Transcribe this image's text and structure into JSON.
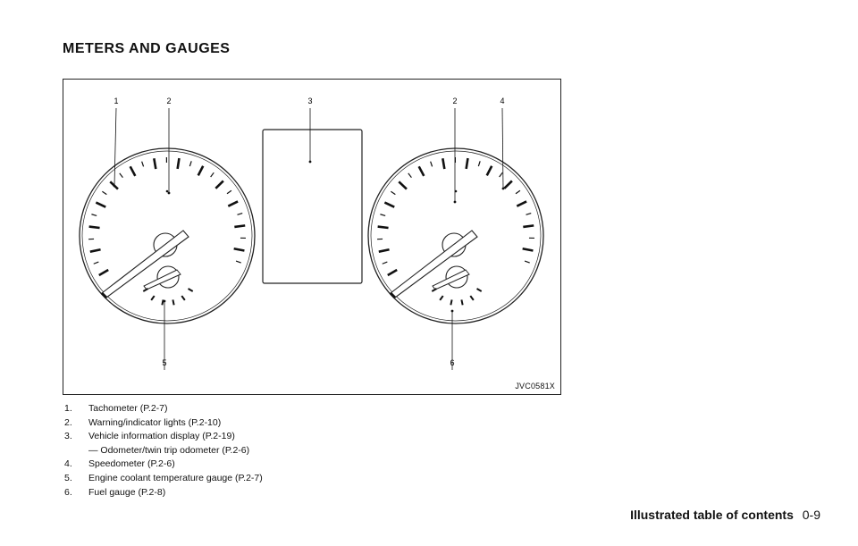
{
  "page": {
    "title": "METERS AND GAUGES",
    "figure_code": "JVC0581X",
    "callout_numbers": [
      "1",
      "2",
      "3",
      "2",
      "4",
      "5",
      "6"
    ],
    "legend": [
      {
        "num": "1.",
        "text": "Tachometer (P.2-7)"
      },
      {
        "num": "2.",
        "text": "Warning/indicator lights (P.2-10)"
      },
      {
        "num": "3.",
        "text": "Vehicle information display (P.2-19)"
      },
      {
        "num": "",
        "text": "— Odometer/twin trip odometer (P.2-6)"
      },
      {
        "num": "4.",
        "text": "Speedometer (P.2-6)"
      },
      {
        "num": "5.",
        "text": "Engine coolant temperature gauge (P.2-7)"
      },
      {
        "num": "6.",
        "text": "Fuel gauge (P.2-8)"
      }
    ],
    "footer": {
      "section": "Illustrated table of contents",
      "page_number": "0-9"
    }
  }
}
